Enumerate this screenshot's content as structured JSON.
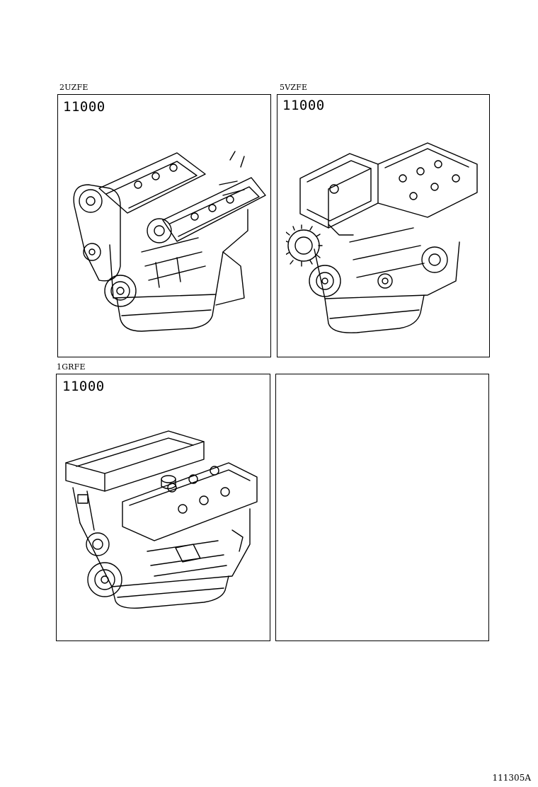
{
  "panels": [
    {
      "engine_code": "2UZFE",
      "part_number": "11000",
      "illustration": "v8-engine-with-timing-belt-icon"
    },
    {
      "engine_code": "5VZFE",
      "part_number": "11000",
      "illustration": "v6-engine-with-fan-icon"
    },
    {
      "engine_code": "1GRFE",
      "part_number": "11000",
      "illustration": "v6-engine-block-icon"
    },
    {
      "engine_code": "",
      "part_number": "",
      "illustration": ""
    }
  ],
  "figure_code": "111305A"
}
